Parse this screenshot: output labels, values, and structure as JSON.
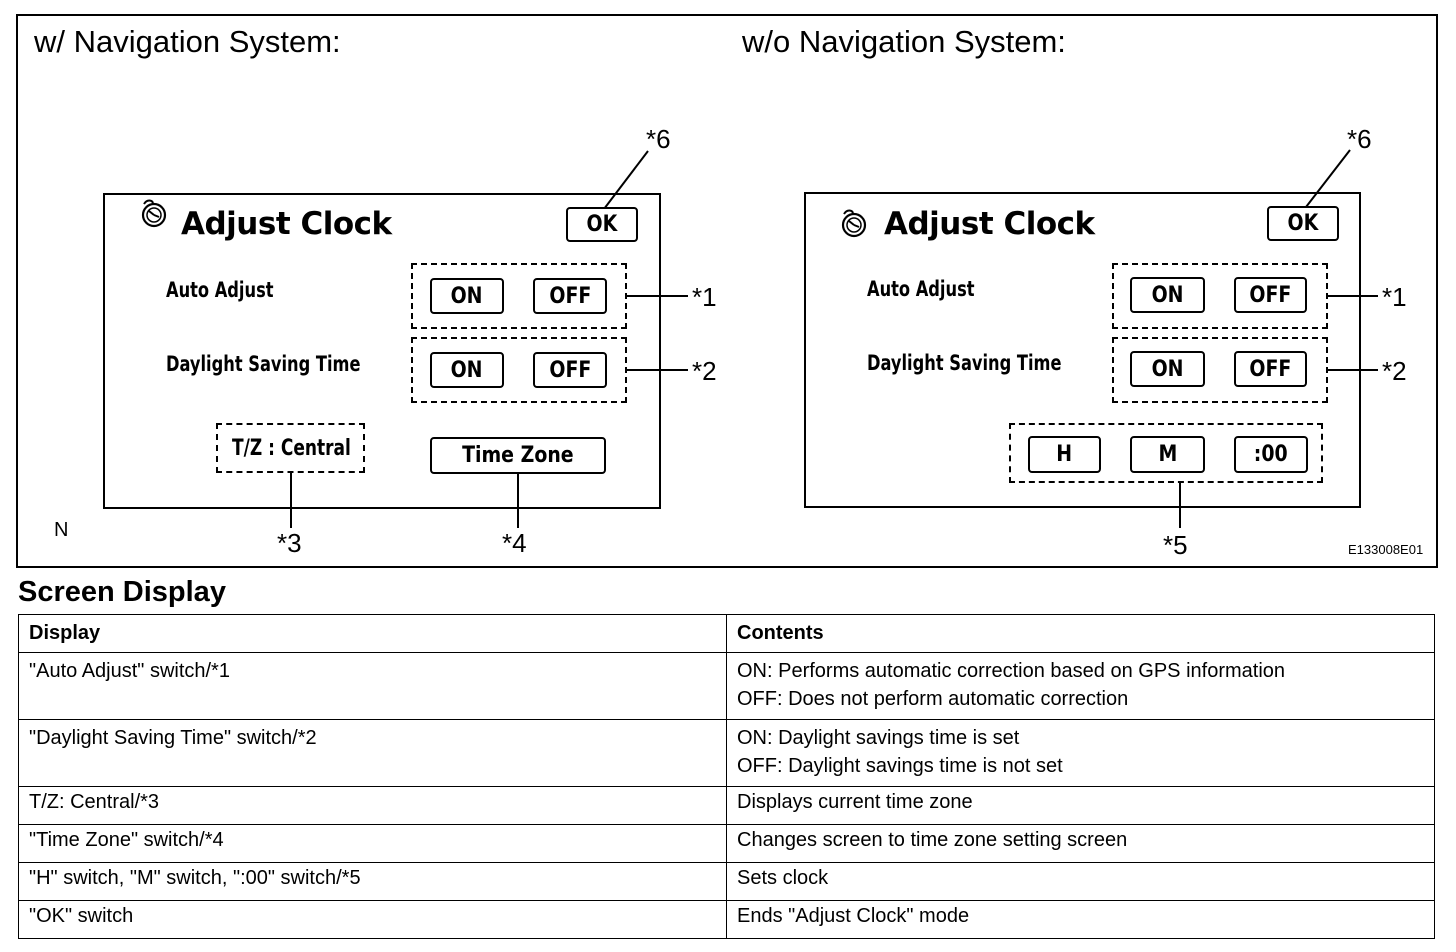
{
  "figure": {
    "left_heading": "w/ Navigation System:",
    "right_heading": "w/o Navigation System:",
    "left_marker": "N",
    "figure_code": "E133008E01",
    "left_panel": {
      "title": "Adjust Clock",
      "ok_label": "OK",
      "auto_adjust_label": "Auto Adjust",
      "dst_label": "Daylight Saving Time",
      "on_label": "ON",
      "off_label": "OFF",
      "tz_label": "T/Z : Central",
      "time_zone_label": "Time Zone"
    },
    "right_panel": {
      "title": "Adjust Clock",
      "ok_label": "OK",
      "auto_adjust_label": "Auto Adjust",
      "dst_label": "Daylight Saving Time",
      "on_label": "ON",
      "off_label": "OFF",
      "h_label": "H",
      "m_label": "M",
      "zero_label": ":00"
    },
    "callouts": {
      "c1": "*1",
      "c2": "*2",
      "c3": "*3",
      "c4": "*4",
      "c5": "*5",
      "c6": "*6"
    },
    "icons": [
      "clock-icon"
    ]
  },
  "table": {
    "title": "Screen Display",
    "headers": [
      "Display",
      "Contents"
    ],
    "rows": [
      [
        "\"Auto Adjust\" switch/*1",
        "ON: Performs automatic correction based on GPS information\nOFF: Does not perform automatic correction"
      ],
      [
        "\"Daylight Saving Time\" switch/*2",
        "ON: Daylight savings time is set\nOFF: Daylight savings time is not set"
      ],
      [
        "T/Z: Central/*3",
        "Displays current time zone"
      ],
      [
        "\"Time Zone\" switch/*4",
        "Changes screen to time zone setting screen"
      ],
      [
        "\"H\" switch, \"M\" switch, \":00\" switch/*5",
        "Sets clock"
      ],
      [
        "\"OK\" switch",
        "Ends \"Adjust Clock\" mode"
      ]
    ]
  }
}
